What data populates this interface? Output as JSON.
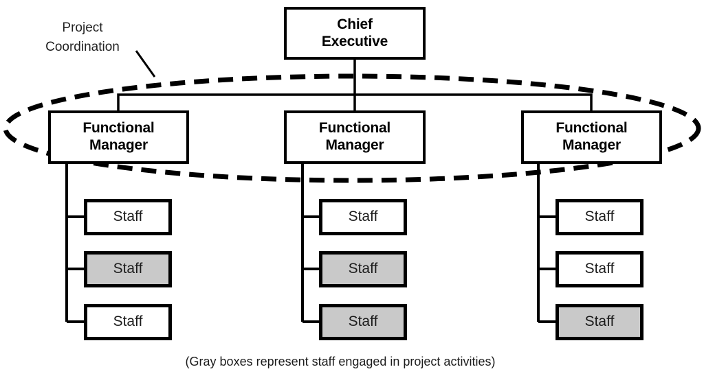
{
  "diagram": {
    "type": "org-chart",
    "annotation": {
      "label": "Project\nCoordination"
    },
    "root": {
      "label": "Chief\nExecutive"
    },
    "columns": [
      {
        "manager": {
          "label": "Functional\nManager"
        },
        "staff": [
          {
            "label": "Staff",
            "engaged": false
          },
          {
            "label": "Staff",
            "engaged": true
          },
          {
            "label": "Staff",
            "engaged": false
          }
        ]
      },
      {
        "manager": {
          "label": "Functional\nManager"
        },
        "staff": [
          {
            "label": "Staff",
            "engaged": false
          },
          {
            "label": "Staff",
            "engaged": true
          },
          {
            "label": "Staff",
            "engaged": true
          }
        ]
      },
      {
        "manager": {
          "label": "Functional\nManager"
        },
        "staff": [
          {
            "label": "Staff",
            "engaged": false
          },
          {
            "label": "Staff",
            "engaged": false
          },
          {
            "label": "Staff",
            "engaged": true
          }
        ]
      }
    ],
    "caption": "(Gray boxes represent staff engaged in project activities)"
  },
  "colors": {
    "line": "#000000",
    "box_fill_default": "#ffffff",
    "staff_engaged_fill": "#c9c9c9",
    "text": "#1c1c1c",
    "background": "#ffffff"
  }
}
